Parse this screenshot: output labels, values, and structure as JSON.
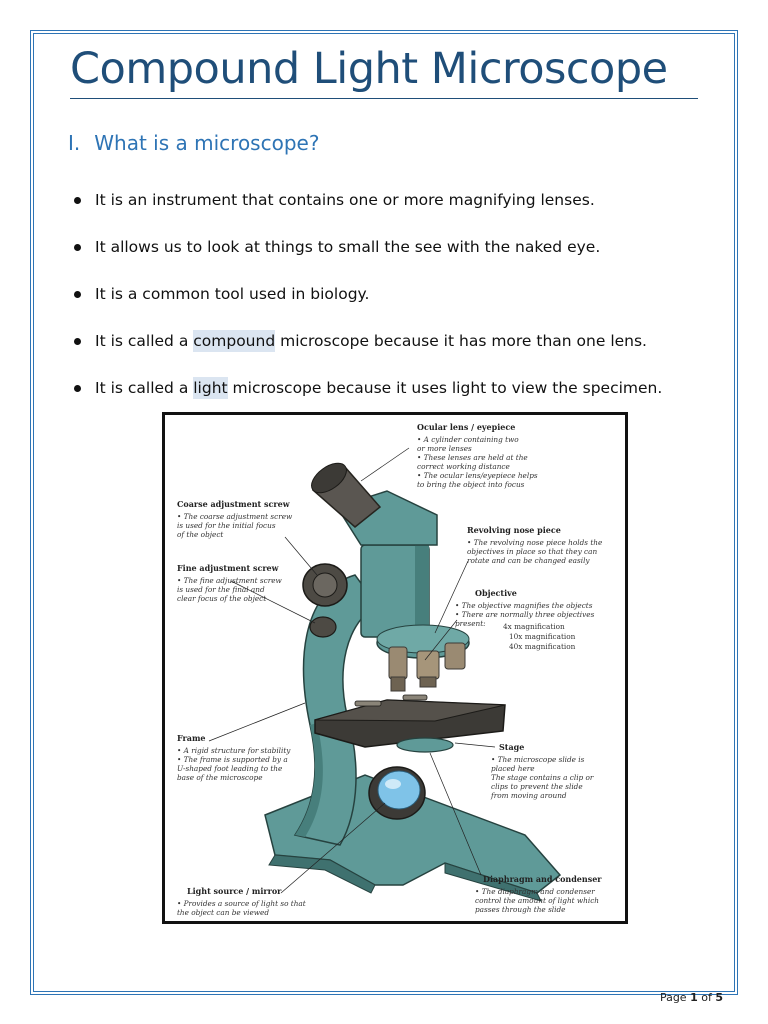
{
  "document": {
    "title": "Compound Light Microscope",
    "section": {
      "number": "I.",
      "heading": "What is a microscope?"
    },
    "bullets": [
      {
        "parts": [
          "It is an instrument that contains one or more magnifying lenses.",
          "",
          ""
        ]
      },
      {
        "parts": [
          "It allows us to look at things to small the see with the naked eye.",
          "",
          ""
        ]
      },
      {
        "parts": [
          "It is a common tool used in biology.",
          "",
          ""
        ]
      },
      {
        "parts": [
          "It is called a ",
          "compound",
          " microscope because it has more than one lens."
        ]
      },
      {
        "parts": [
          "It is called a ",
          "light",
          " microscope because it uses light to view the specimen."
        ]
      }
    ],
    "highlight_color": "#dbe5f1"
  },
  "diagram": {
    "ocular": {
      "title": "Ocular lens / eyepiece",
      "lines": [
        "• A cylinder containing two",
        "  or more lenses",
        "• These lenses are held at the",
        "  correct working distance",
        "• The ocular lens/eyepiece helps",
        "  to bring the object into focus"
      ]
    },
    "coarse": {
      "title": "Coarse adjustment screw",
      "lines": [
        "• The coarse adjustment screw",
        "  is used for the initial focus",
        "  of the object"
      ]
    },
    "nosepiece": {
      "title": "Revolving nose piece",
      "lines": [
        "• The revolving nose piece holds the",
        "  objectives in place so that they can",
        "  rotate and can be changed easily"
      ]
    },
    "fine": {
      "title": "Fine adjustment screw",
      "lines": [
        "• The fine adjustment screw",
        "  is used for the final and",
        "  clear focus of the object"
      ]
    },
    "objective": {
      "title": "Objective",
      "lines": [
        "• The objective magnifies the objects",
        "• There are normally three objectives",
        "  present:"
      ],
      "mags": [
        "4x magnification",
        "10x magnification",
        "40x magnification"
      ]
    },
    "frame": {
      "title": "Frame",
      "lines": [
        "• A rigid structure for stability",
        "• The frame is supported by a",
        "  U-shaped foot leading to the",
        "  base of the microscope"
      ]
    },
    "stage": {
      "title": "Stage",
      "lines": [
        "• The microscope slide is",
        "  placed here",
        "  The stage contains a clip or",
        "  clips to prevent the slide",
        "  from moving around"
      ]
    },
    "diaphragm": {
      "title": "Diaphragm and condenser",
      "lines": [
        "• The diaphragm and condenser",
        "  control the amount of light which",
        "  passes through the slide"
      ]
    },
    "light": {
      "title": "Light source / mirror",
      "lines": [
        "• Provides a source of light so that",
        "  the object can be viewed"
      ]
    },
    "body_color": "#5f9a98",
    "dark_color": "#3c3a36"
  },
  "footer": {
    "page_word": "Page",
    "page_num": "1",
    "of_word": "of",
    "page_total": "5"
  }
}
